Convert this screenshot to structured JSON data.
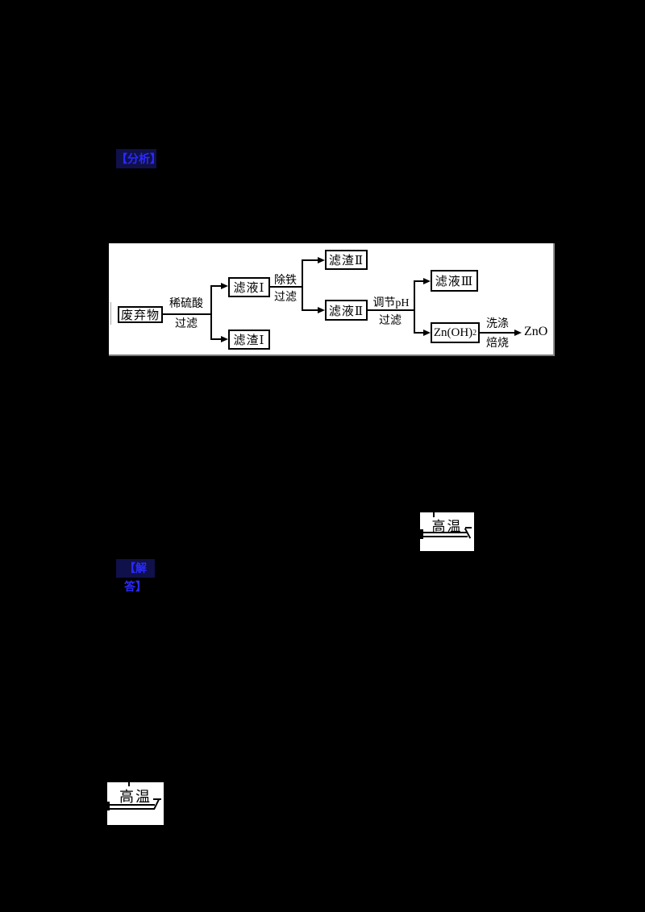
{
  "colors": {
    "page-bg": "#000000",
    "panel-bg": "#ffffff",
    "tag-bg": "#10104a",
    "tag-text": "#2a2aff",
    "ink": "#000000"
  },
  "sections": {
    "analysis_tag": "【分析】",
    "solution_tag": "【解答】"
  },
  "flowchart": {
    "type": "process-flow",
    "nodes": {
      "waste": "废弃物",
      "filtrate_1": "滤液Ⅰ",
      "residue_1": "滤渣Ⅰ",
      "residue_2": "滤渣Ⅱ",
      "filtrate_2": "滤液Ⅱ",
      "filtrate_3": "滤液Ⅲ",
      "zinc_hydroxide_base": "Zn(OH)",
      "zinc_hydroxide_sub": "2",
      "zinc_oxide": "ZnO"
    },
    "steps": {
      "s1_reagent": "稀硫酸",
      "s1_op": "过滤",
      "s2_top": "除铁",
      "s2_op": "过滤",
      "s3_top": "调节pH",
      "s3_op": "过滤",
      "s4_top": "洗涤",
      "s4_bottom": "焙烧"
    }
  },
  "equations": {
    "eq1_condition": "高温",
    "eq2_condition": "高温"
  }
}
